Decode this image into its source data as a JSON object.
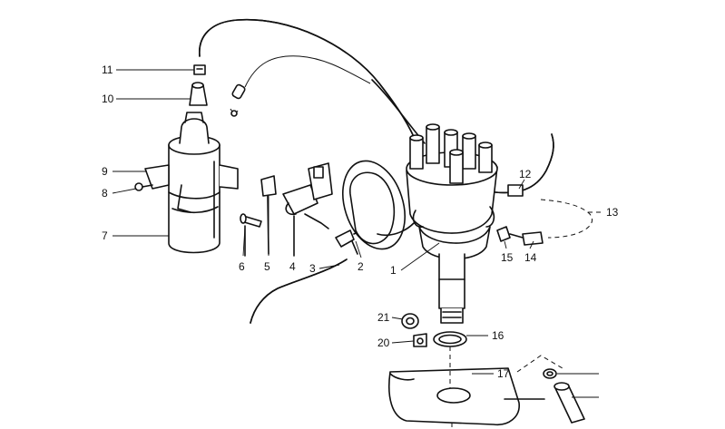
{
  "diagram": {
    "callouts": [
      {
        "id": "c1",
        "label": "1"
      },
      {
        "id": "c2",
        "label": "2"
      },
      {
        "id": "c3",
        "label": "3"
      },
      {
        "id": "c4",
        "label": "4"
      },
      {
        "id": "c5",
        "label": "5"
      },
      {
        "id": "c6",
        "label": "6"
      },
      {
        "id": "c7",
        "label": "7"
      },
      {
        "id": "c8",
        "label": "8"
      },
      {
        "id": "c9",
        "label": "9"
      },
      {
        "id": "c10",
        "label": "10"
      },
      {
        "id": "c11",
        "label": "11"
      },
      {
        "id": "c12",
        "label": "12"
      },
      {
        "id": "c13",
        "label": "13"
      },
      {
        "id": "c14",
        "label": "14"
      },
      {
        "id": "c15",
        "label": "15"
      },
      {
        "id": "c16",
        "label": "16"
      },
      {
        "id": "c17",
        "label": "17"
      },
      {
        "id": "c20",
        "label": "20"
      },
      {
        "id": "c21",
        "label": "21"
      }
    ]
  }
}
